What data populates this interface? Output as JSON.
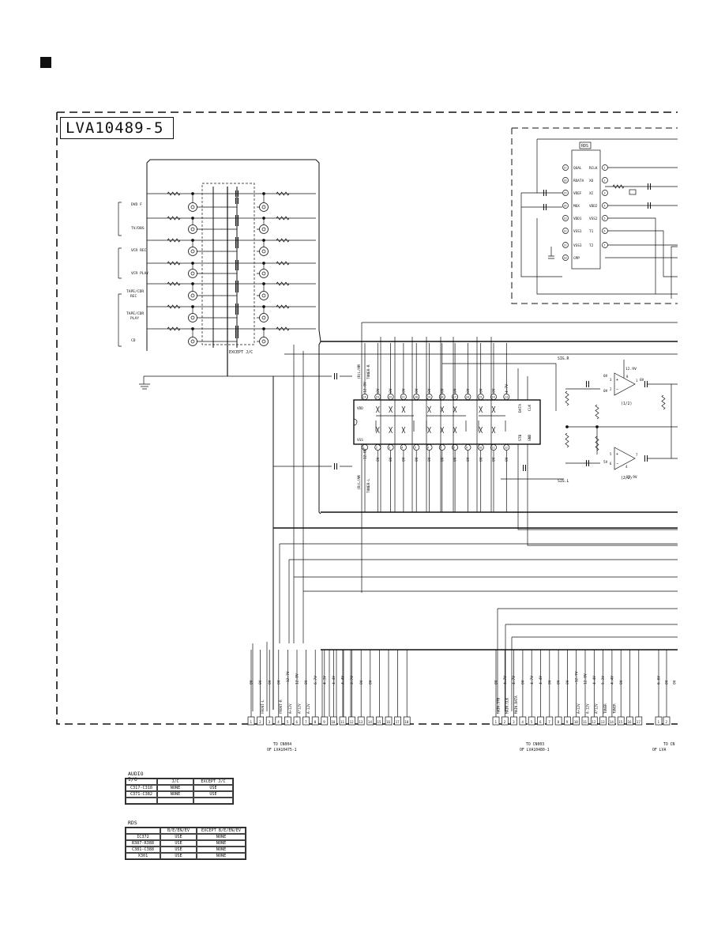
{
  "board_id": "LVA10489-5",
  "audio_inputs": [
    "DVD F",
    "TV/DBS",
    "VCR REC",
    "VCR PLAY",
    "TAPE/CDR REC",
    "TAPE/CDR PLAY",
    "CD"
  ],
  "except_label": "EXCEPT J/C",
  "rds_ic": {
    "title": "RDS",
    "left_pins": [
      {
        "num": "17",
        "name": "QUAL"
      },
      {
        "num": "16",
        "name": "RDATA"
      },
      {
        "num": "15",
        "name": "VREF"
      },
      {
        "num": "14",
        "name": "MUX"
      },
      {
        "num": "13",
        "name": "VDD1"
      },
      {
        "num": "12",
        "name": "VSS1"
      },
      {
        "num": "11",
        "name": "VSS3"
      },
      {
        "num": "10",
        "name": "CMP"
      }
    ],
    "right_pins": [
      {
        "num": "1",
        "name": "RCLK"
      },
      {
        "num": "2",
        "name": "XO"
      },
      {
        "num": "3",
        "name": "XI"
      },
      {
        "num": "4",
        "name": "VDD2"
      },
      {
        "num": "5",
        "name": "VSS2"
      },
      {
        "num": "6",
        "name": "T1"
      },
      {
        "num": "7",
        "name": "T2"
      }
    ]
  },
  "selector_ic": {
    "top_pins": [
      "24",
      "23",
      "22",
      "21",
      "20",
      "19",
      "18",
      "17",
      "16",
      "15",
      "14",
      "13"
    ],
    "bottom_pins": [
      "1",
      "2",
      "3",
      "4",
      "5",
      "6",
      "7",
      "8",
      "9",
      "10",
      "11",
      "12"
    ],
    "top_volts": [
      "12.8V",
      "0V",
      "0V",
      "0V",
      "0V",
      "0V",
      "0V",
      "0V",
      "0V",
      "0V",
      "0V",
      "4.7V"
    ],
    "bottom_volts": [
      "-12.8V",
      "0V",
      "0V",
      "0V",
      "0V",
      "0V",
      "0V",
      "0V",
      "0V",
      "0V",
      "0V",
      "0V"
    ],
    "left_labels": [
      "VDD",
      "VSS"
    ],
    "right_labels": [
      "DATA",
      "CLK",
      "STB",
      "GND"
    ],
    "vlabels": [
      "(R)L/AM",
      "TUNER-R",
      "(R)L/AM",
      "TUNER-L"
    ]
  },
  "opamps": {
    "top_unit": "(1/2)",
    "bottom_unit": "(2/2)",
    "sig_r": "SIG.R",
    "sig_l": "SIG.L",
    "v_plus": "12.9V",
    "v_minus": "-12.9V",
    "pins": [
      "3",
      "2",
      "1",
      "8",
      "5",
      "6",
      "7",
      "4"
    ],
    "volts": [
      "0V",
      "0V",
      "0V",
      "5V"
    ]
  },
  "connectors": [
    {
      "to": "TO CN004",
      "of": "OF LVA10475-1",
      "pins": [
        "1",
        "2",
        "3",
        "4",
        "5",
        "6",
        "7",
        "8",
        "9",
        "10",
        "11",
        "12",
        "13",
        "14",
        "15",
        "16",
        "17",
        "18"
      ],
      "volts": [
        "0V",
        "0V",
        "0V",
        "0V",
        "-12.7V",
        "12.8V",
        "0V",
        "6.7V",
        "4.3V",
        "4.4V",
        "4.4V",
        "3.7V",
        "0V",
        "0V"
      ],
      "signals": [
        "FRONT-L",
        "FRONT-R",
        "A+12V",
        "A*12V",
        "A-12V"
      ]
    },
    {
      "to": "TO CN003",
      "of": "OF LVA10480-1",
      "pins": [
        "1",
        "2",
        "3",
        "4",
        "5",
        "6",
        "7",
        "8",
        "9",
        "10",
        "11",
        "12",
        "13",
        "14",
        "15",
        "16",
        "17"
      ],
      "volts": [
        "0V",
        "4.7V",
        "4.7V",
        "0V",
        "4.7V",
        "4.4V",
        "0V",
        "0V",
        "0V",
        "-12.7V",
        "12.8V",
        "4.4V",
        "5.3V",
        "4.4V",
        "0V"
      ],
      "signals": [
        "MAIN.STB",
        "MAIN.CLK",
        "MAIN.DATA",
        "A+12V",
        "A-12V",
        "A*12V",
        "TUNER",
        "TUNER"
      ]
    },
    {
      "to": "TO CN",
      "of": "OF LVA",
      "pins": [
        "1",
        "2"
      ],
      "volts": [
        "6.6V",
        "0V",
        "0V"
      ],
      "signals": []
    }
  ],
  "tables": [
    {
      "title": "AUDIO I/O",
      "header": [
        "",
        "J/C",
        "EXCEPT J/C"
      ],
      "rows": [
        [
          "C317-C318",
          "NONE",
          "USE"
        ],
        [
          "C371-C382",
          "NONE",
          "USE"
        ],
        [
          "",
          "",
          ""
        ]
      ]
    },
    {
      "title": "RDS",
      "header": [
        "",
        "B/E/EN/EV",
        "EXCEPT B/E/EN/EV"
      ],
      "rows": [
        [
          "IC372",
          "USE",
          "NONE"
        ],
        [
          "R387-R388",
          "USE",
          "NONE"
        ],
        [
          "C381-C388",
          "USE",
          "NONE"
        ],
        [
          "X301",
          "USE",
          "NONE"
        ]
      ]
    }
  ]
}
